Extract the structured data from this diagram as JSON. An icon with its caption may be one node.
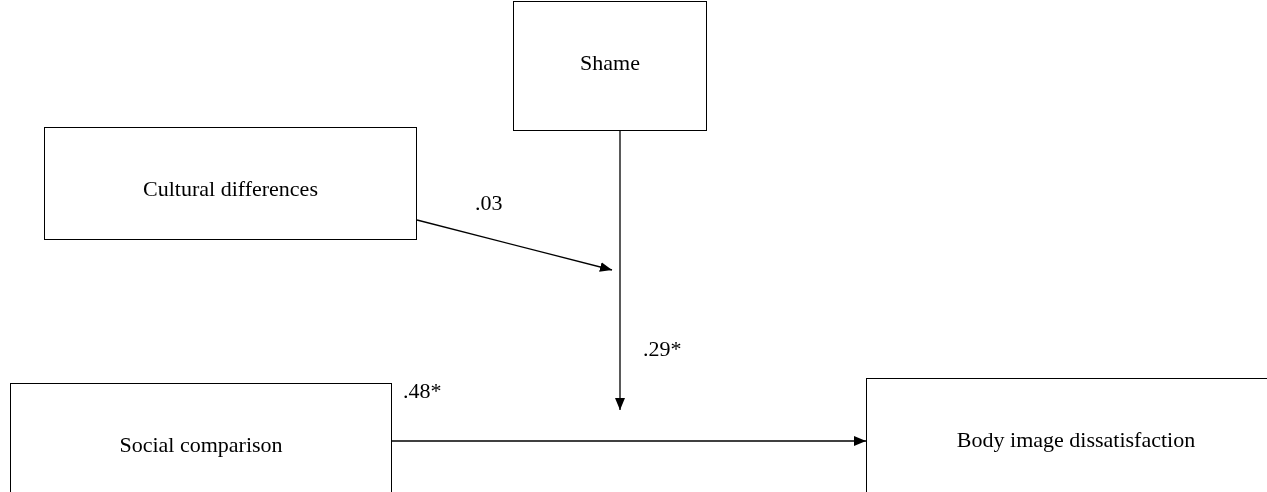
{
  "diagram": {
    "nodes": [
      {
        "text": [
          "Shame"
        ]
      },
      {
        "text": [
          "Cultural differences"
        ]
      },
      {
        "text": [
          "Social comparison"
        ]
      },
      {
        "text": [
          "Body image dissatisfaction"
        ]
      }
    ],
    "edges": [
      {
        "from": 1,
        "to": null,
        "arrow": "to",
        "label": ".03"
      },
      {
        "from": 0,
        "to": null,
        "arrow": "to",
        "label": ".29*"
      },
      {
        "from": 2,
        "to": 3,
        "arrow": "to",
        "label": ".48*"
      }
    ]
  }
}
